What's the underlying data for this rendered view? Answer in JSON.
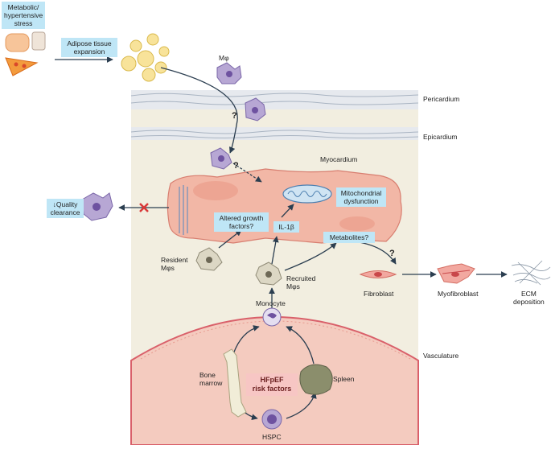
{
  "labels": {
    "stress": "Metabolic/\nhypertensive\nstress",
    "adipose": "Adipose tissue\nexpansion",
    "mphi_top": "Mφ",
    "pericardium": "Pericardium",
    "epicardium": "Epicardium",
    "myocardium": "Myocardium",
    "quality": "↓Quality\nclearance",
    "mito": "Mitochondrial\ndysfunction",
    "growth": "Altered growth\nfactors?",
    "il1b": "IL-1β",
    "metabolites": "Metabolites?",
    "resident": "Resident\nMφs",
    "recruited": "Recruited\nMφs",
    "fibroblast": "Fibroblast",
    "myofibroblast": "Myofibroblast",
    "ecm": "ECM\ndeposition",
    "monocyte": "Monocyte",
    "vasculature": "Vasculature",
    "bone": "Bone\nmarrow",
    "hfpef": "HFpEF\nrisk factors",
    "spleen": "Spleen",
    "hspc": "HSPC",
    "question": "?"
  },
  "colors": {
    "tissue": "#f2eee0",
    "pericardium": "#e3e6ea",
    "cell": "#f0b8a8",
    "vessel": "#f3c4b8",
    "vessel_edge": "#d9606a",
    "arrow": "#2b3e50",
    "label_box": "#bfe6f6",
    "risk_box": "#f7c6c4",
    "macrophage": "#b7a7d4",
    "x_mark": "#d93838"
  }
}
